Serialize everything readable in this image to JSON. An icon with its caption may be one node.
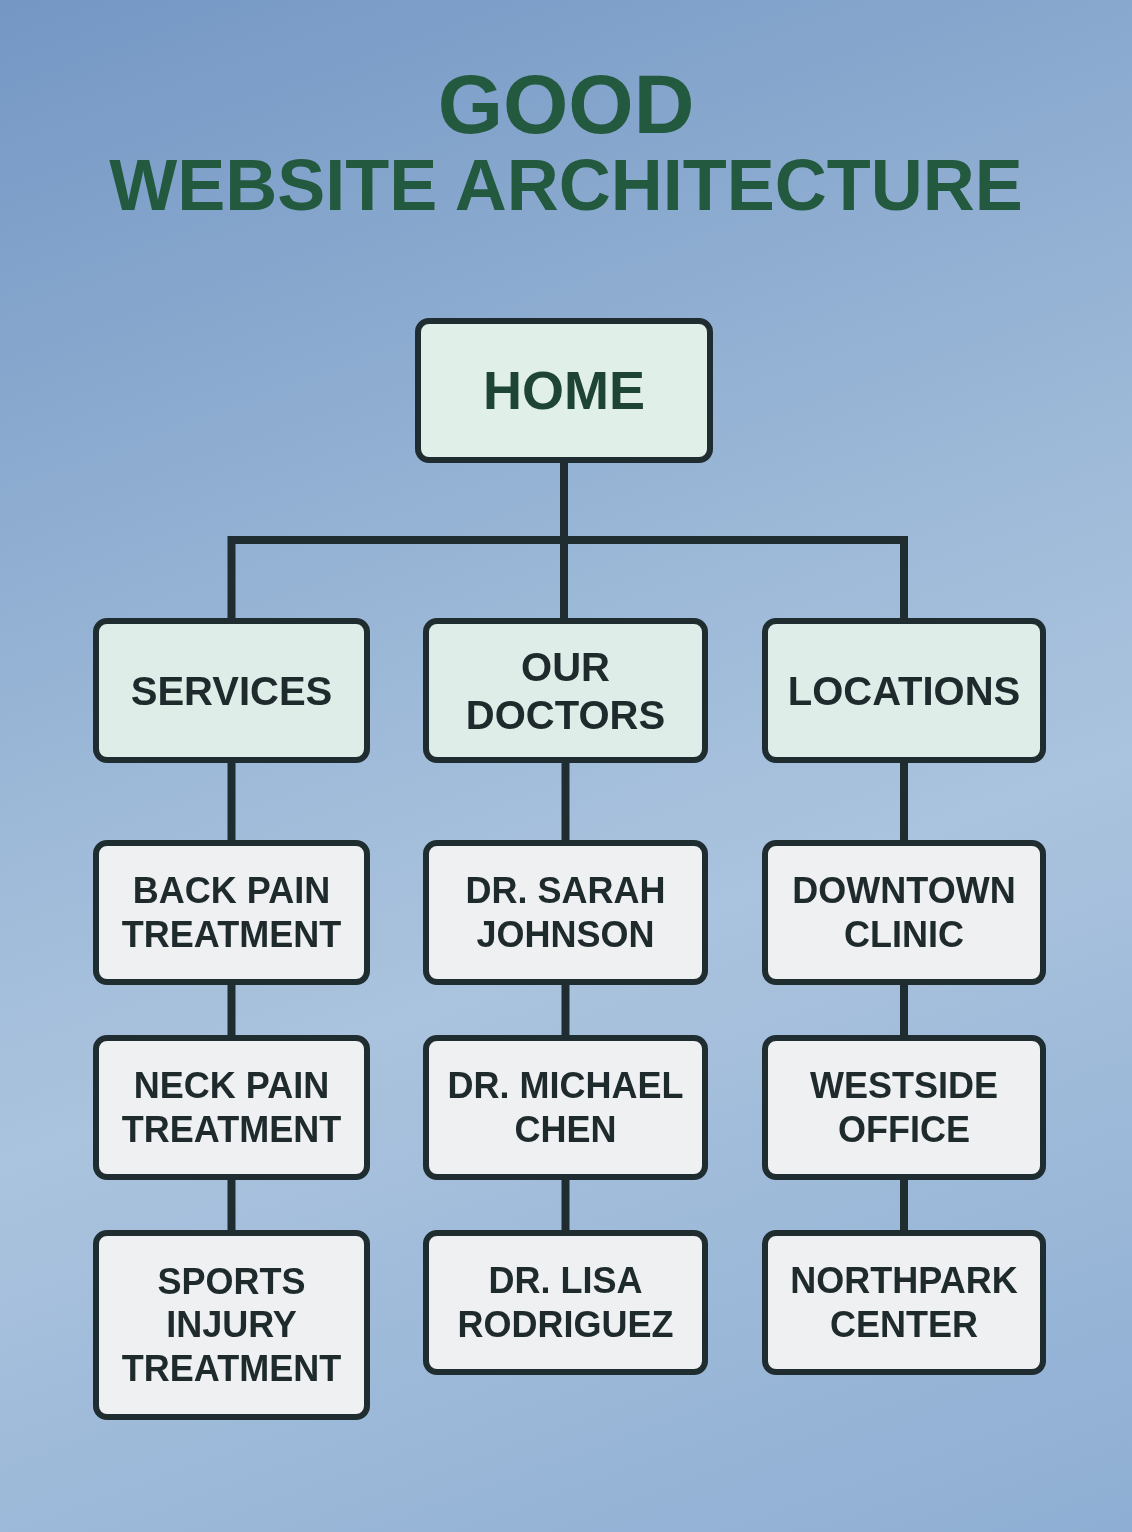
{
  "diagram": {
    "title": "GOOD WEBSITE ARCHITECTURE",
    "nodes": [
      {
        "text": [
          "HOME"
        ]
      },
      {
        "text": [
          "SERVICES"
        ]
      },
      {
        "text": [
          "OUR DOCTORS"
        ]
      },
      {
        "text": [
          "LOCATIONS"
        ]
      },
      {
        "text": [
          "BACK PAIN TREATMENT"
        ]
      },
      {
        "text": [
          "NECK PAIN TREATMENT"
        ]
      },
      {
        "text": [
          "SPORTS INJURY TREATMENT"
        ]
      },
      {
        "text": [
          "DR. SARAH JOHNSON"
        ]
      },
      {
        "text": [
          "DR. MICHAEL CHEN"
        ]
      },
      {
        "text": [
          "DR. LISA RODRIGUEZ"
        ]
      },
      {
        "text": [
          "DOWNTOWN CLINIC"
        ]
      },
      {
        "text": [
          "WESTSIDE OFFICE"
        ]
      },
      {
        "text": [
          "NORTHPARK CENTER"
        ]
      }
    ],
    "edges": [
      {
        "from": 0,
        "to": 1,
        "arrow": "none"
      },
      {
        "from": 0,
        "to": 2,
        "arrow": "none"
      },
      {
        "from": 0,
        "to": 3,
        "arrow": "none"
      },
      {
        "from": 1,
        "to": 4,
        "arrow": "none"
      },
      {
        "from": 4,
        "to": 5,
        "arrow": "none"
      },
      {
        "from": 5,
        "to": 6,
        "arrow": "none"
      },
      {
        "from": 2,
        "to": 7,
        "arrow": "none"
      },
      {
        "from": 7,
        "to": 8,
        "arrow": "none"
      },
      {
        "from": 8,
        "to": 9,
        "arrow": "none"
      },
      {
        "from": 3,
        "to": 10,
        "arrow": "none"
      },
      {
        "from": 10,
        "to": 11,
        "arrow": "none"
      },
      {
        "from": 11,
        "to": 12,
        "arrow": "none"
      }
    ]
  }
}
